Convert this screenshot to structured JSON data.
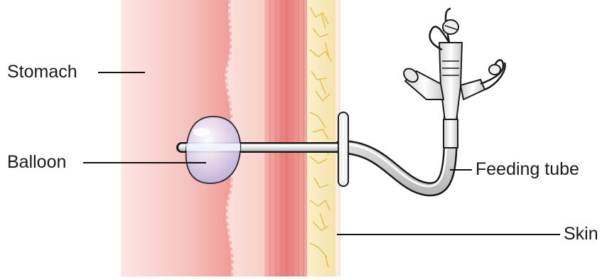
{
  "labels": {
    "stomach": "Stomach",
    "balloon": "Balloon",
    "feeding_tube": "Feeding tube",
    "skin": "Skin"
  },
  "colors": {
    "stomach_lining": "#f4a6a6",
    "stomach_wall": "#f7c9c4",
    "muscle": "#e57b7b",
    "fat": "#f6e7b4",
    "fat_cells": "#e3b83c",
    "balloon": "#d9d2ec",
    "tube": "#dcdcdc",
    "leader_line": "#111111"
  }
}
